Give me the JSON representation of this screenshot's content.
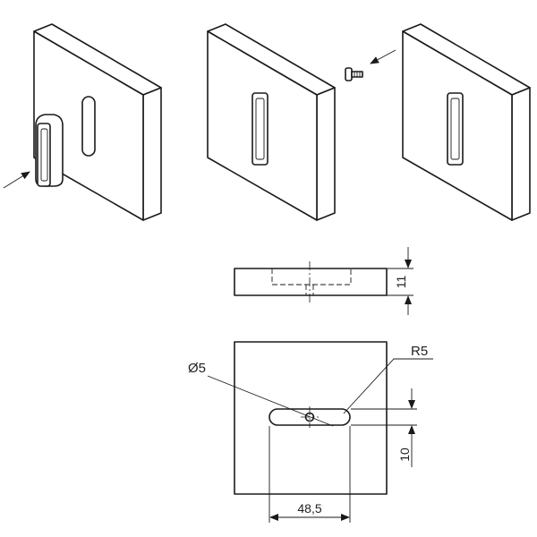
{
  "drawing": {
    "dims": {
      "thickness": "11",
      "hole_diameter": "Ø5",
      "slot_radius": "R5",
      "slot_offset": "10",
      "slot_length": "48,5"
    },
    "colors": {
      "line": "#1a1a1a",
      "background": "#ffffff"
    }
  }
}
